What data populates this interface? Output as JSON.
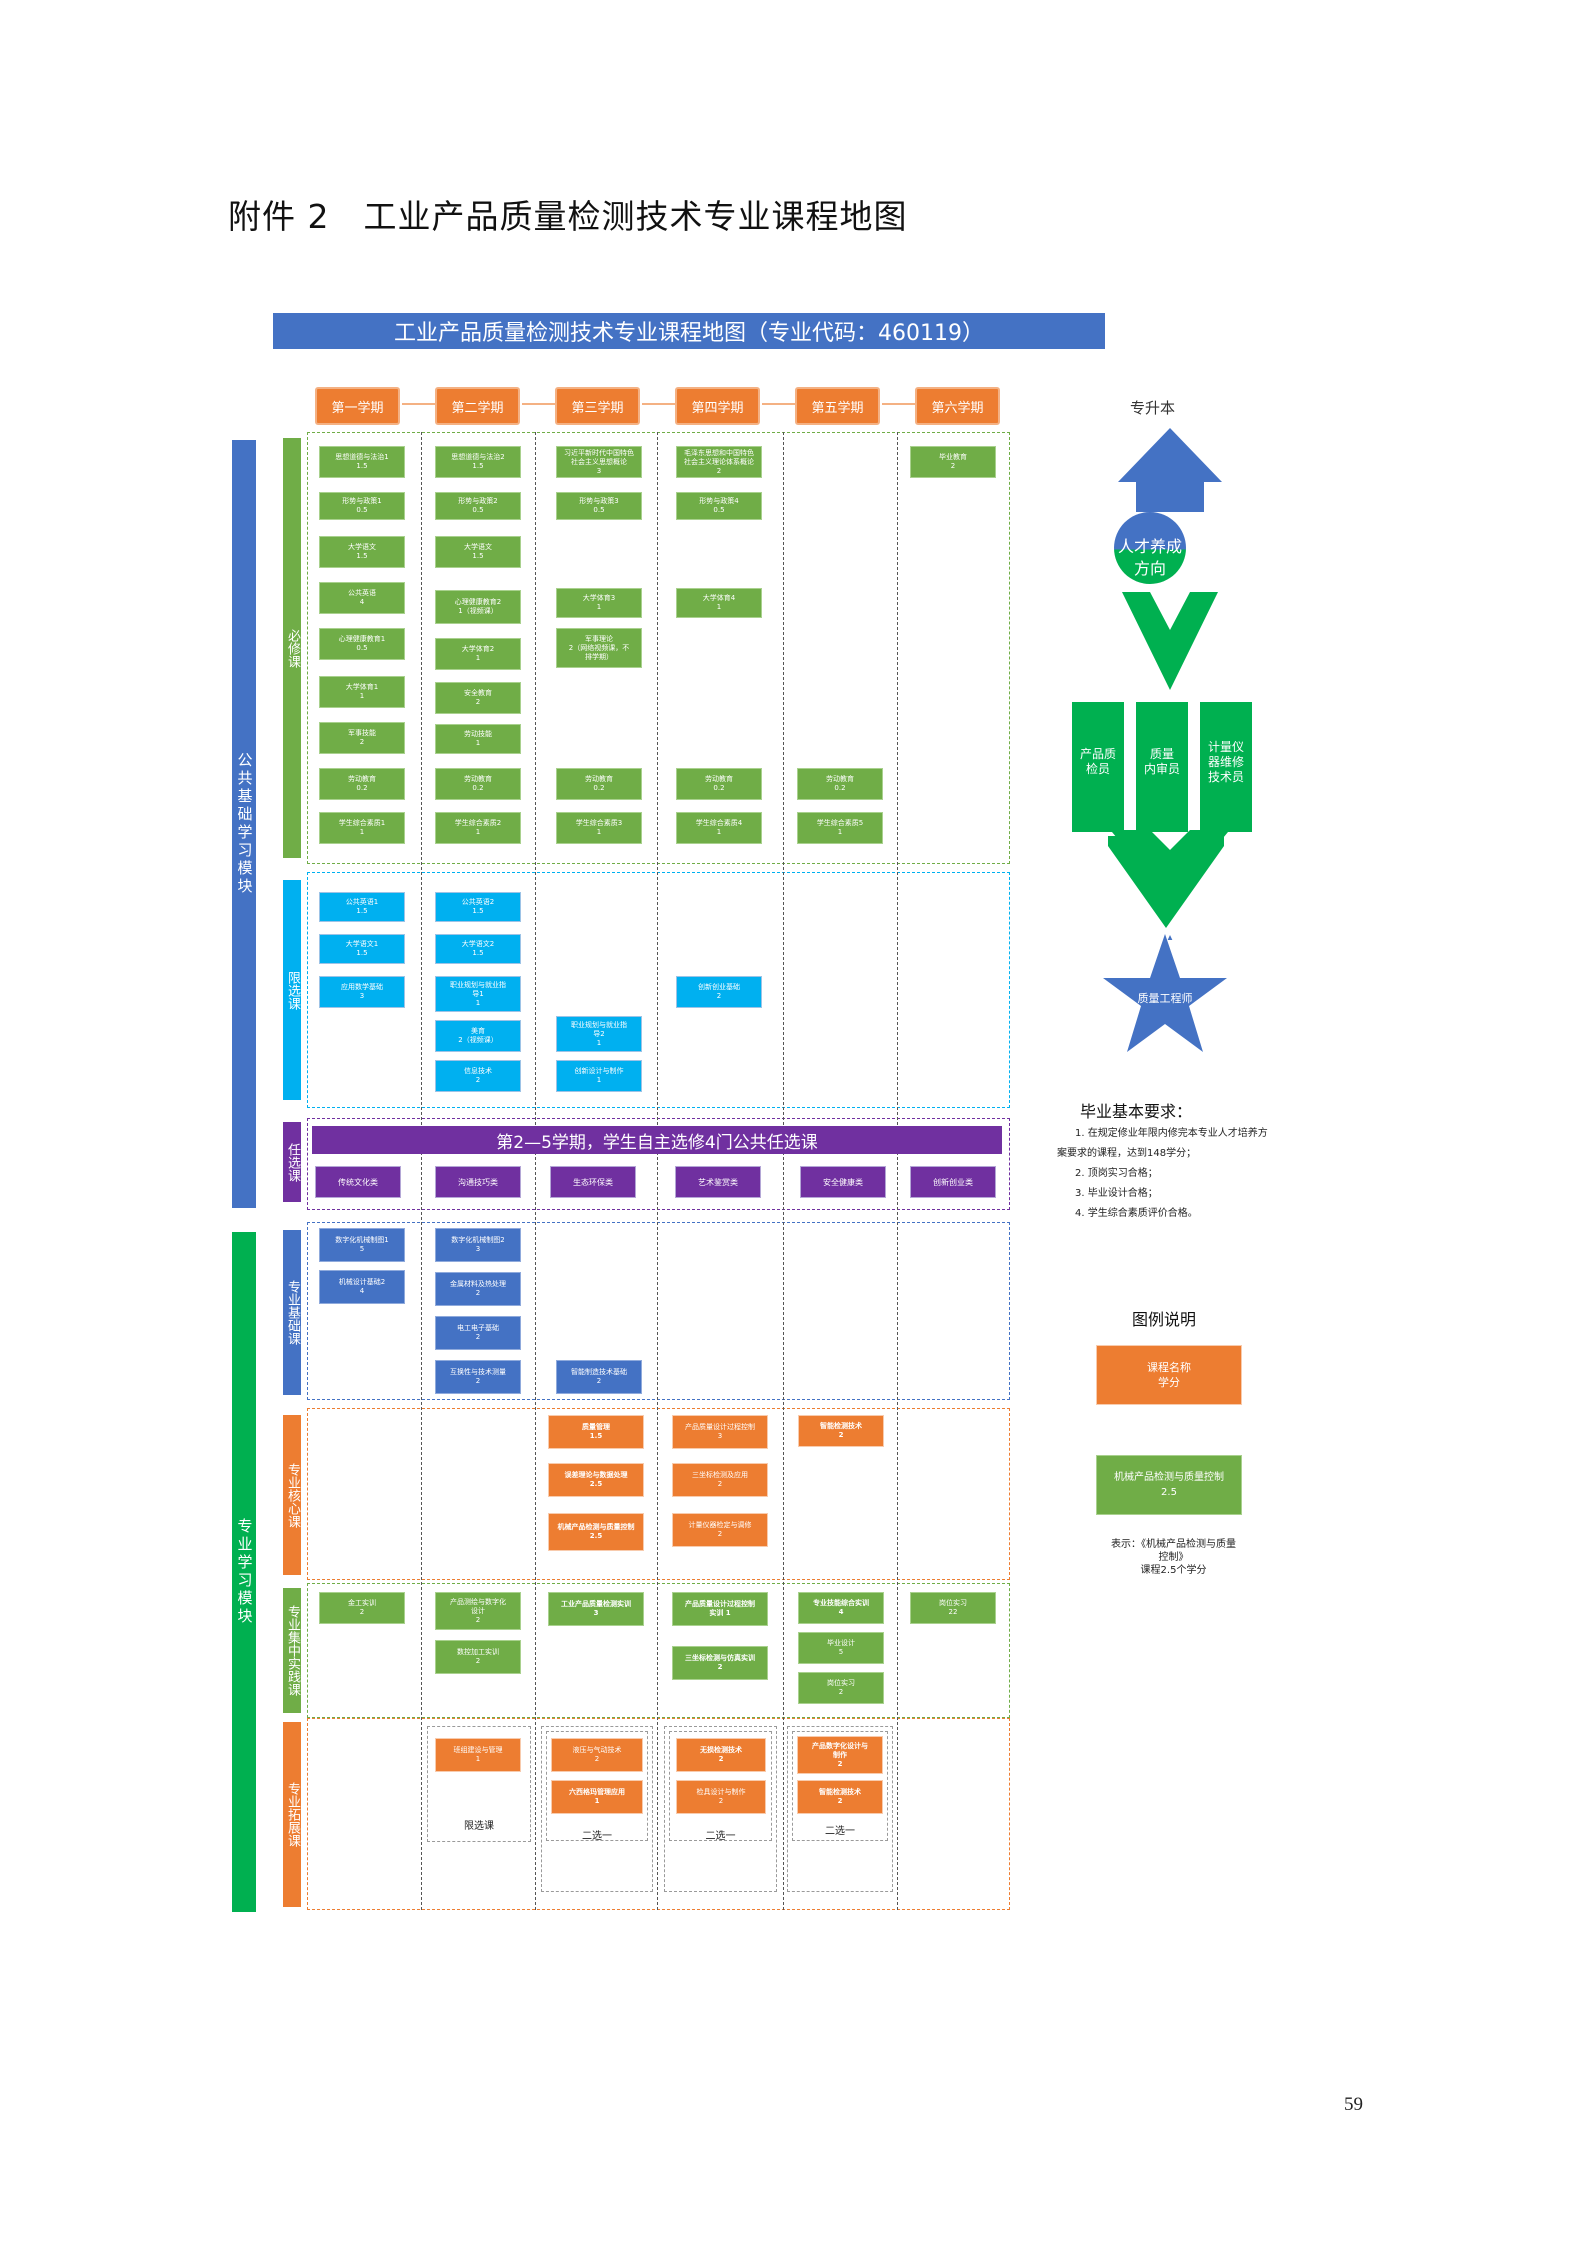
{
  "heading": "附件 2　工业产品质量检测技术专业课程地图",
  "banner": "工业产品质量检测技术专业课程地图（专业代码：460119）",
  "semesters": [
    "第一学期",
    "第二学期",
    "第三学期",
    "第四学期",
    "第五学期",
    "第六学期"
  ],
  "modules": {
    "public": "公共基础学习模块",
    "professional": "专业学习模块"
  },
  "categories": {
    "required": "必修课",
    "limited": "限选课",
    "optional": "任选课",
    "pro_basic": "专业基础课",
    "pro_core": "专业核心课",
    "pro_practice": "专业集中实践课",
    "pro_expand": "专业拓展课"
  },
  "required_courses": [
    [
      "思想道德与法治1\n1.5",
      "形势与政策1\n0.5",
      "大学语文\n1.5",
      "公共英语\n4",
      "心理健康教育1\n0.5",
      "大学体育1\n1",
      "军事技能\n2",
      "劳动教育\n0.2",
      "学生综合素质1\n1"
    ],
    [
      "思想道德与法治2\n1.5",
      "形势与政策2\n0.5",
      "大学语文\n1.5",
      "心理健康教育2\n1（视频课）",
      "大学体育2\n1",
      "安全教育\n2",
      "劳动技能\n1",
      "劳动教育\n0.2",
      "学生综合素质2\n1"
    ],
    [
      "习近平新时代中国特色\n社会主义思想概论\n3",
      "形势与政策3\n0.5",
      "大学体育3\n1",
      "军事理论\n2（网络视频课，不\n排学期）",
      "劳动教育\n0.2",
      "学生综合素质3\n1"
    ],
    [
      "毛泽东思想和中国特色\n社会主义理论体系概论\n2",
      "形势与政策4\n0.5",
      "大学体育4\n1",
      "劳动教育\n0.2",
      "学生综合素质4\n1"
    ],
    [
      "劳动教育\n0.2",
      "学生综合素质5\n1"
    ],
    [
      "毕业教育\n2"
    ]
  ],
  "limited_courses": [
    [
      "公共英语1\n1.5",
      "大学语文1\n1.5",
      "应用数学基础\n3"
    ],
    [
      "公共英语2\n1.5",
      "大学语文2\n1.5",
      "职业规划与就业指\n导1\n1",
      "美育\n2（视频课）",
      "信息技术\n2"
    ],
    [
      "职业规划与就业指\n导2\n1",
      "创新设计与制作\n1"
    ],
    [
      "创新创业基础\n2"
    ]
  ],
  "elective_banner": "第2—5学期，学生自主选修4门公共任选课",
  "elective_courses": [
    "传统文化类",
    "沟通技巧类",
    "生态环保类",
    "艺术鉴赏类",
    "安全健康类",
    "创新创业类"
  ],
  "pro_basic_courses": [
    [
      "数字化机械制图1\n5",
      "机械设计基础2\n4"
    ],
    [
      "数字化机械制图2\n3",
      "金属材料及热处理\n2",
      "电工电子基础\n2",
      "互换性与技术测量\n2"
    ],
    [
      "智能制造技术基础\n2"
    ]
  ],
  "pro_core_courses": [
    [
      "质量管理\n1.5",
      "误差理论与数据处理\n2.5",
      "机械产品检测与质量控制\n2.5"
    ],
    [
      "产品质量设计过程控制\n3",
      "三坐标检测及应用\n2",
      "计量仪器检定与调修\n2"
    ],
    [
      "智能检测技术\n2"
    ]
  ],
  "pro_practice_courses": [
    [
      "金工实训\n2"
    ],
    [
      "产品测绘与数字化\n设计\n2",
      "数控加工实训\n2"
    ],
    [
      "工业产品质量检测实训\n3"
    ],
    [
      "产品质量设计过程控制\n实训 1",
      "三坐标检测与仿真实训\n2"
    ],
    [
      "专业技能综合实训\n4",
      "毕业设计\n5",
      "岗位实习\n2"
    ],
    [
      "岗位实习\n22"
    ]
  ],
  "pro_expand_courses": [
    [
      "班组建设与管理\n1"
    ],
    [
      "液压与气动技术\n2",
      "六西格玛管理应用\n1"
    ],
    [
      "无损检测技术\n2",
      "检具设计与制作\n2"
    ],
    [
      "产品数字化设计与\n制作\n2",
      "智能检测技术\n2"
    ]
  ],
  "expand_labels": [
    "限选课",
    "二选一",
    "二选一",
    "二选一"
  ],
  "right_diagram": {
    "top_label": "专升本",
    "direction": "人才养成\n方向",
    "jobs": [
      "产品质\n检员",
      "质量\n内审员",
      "计量仪\n器维修\n技术员"
    ],
    "star": "质量工程师"
  },
  "requirements": {
    "title": "毕业基本要求：",
    "items": [
      "1. 在规定修业年限内修完本专业人才培养方",
      "案要求的课程，达到148学分；",
      "2. 顶岗实习合格；",
      "3. 毕业设计合格；",
      "4. 学生综合素质评价合格。"
    ]
  },
  "legend": {
    "title": "图例说明",
    "box1": "课程名称\n学分",
    "box2": "机械产品检测与质量控制\n2.5",
    "note": "表示：《机械产品检测与质量\n控制》\n课程2.5个学分"
  },
  "page_number": "59",
  "colors": {
    "orange": "#ed7d31",
    "green": "#70ad47",
    "blue": "#4472c4",
    "cyan": "#00b0f0",
    "purple": "#7030a0",
    "star": "#4472c4",
    "darkgreen": "#00b050"
  }
}
